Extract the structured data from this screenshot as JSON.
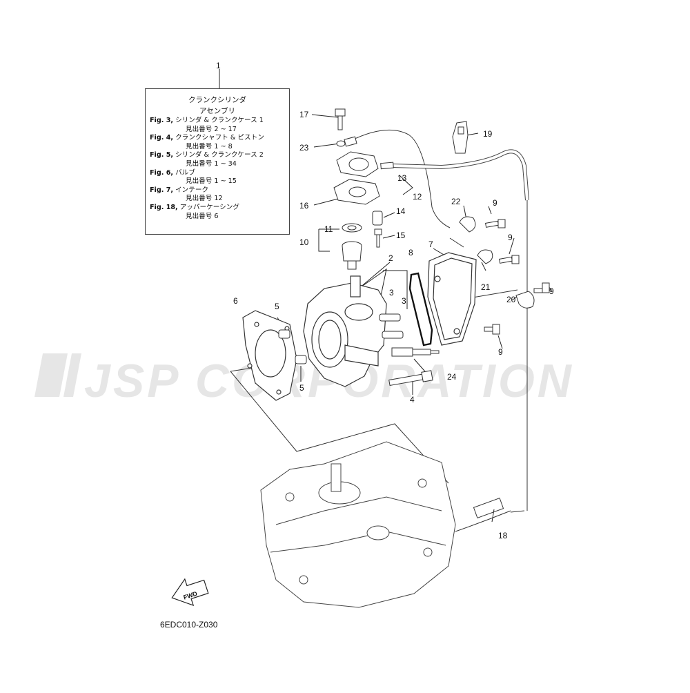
{
  "watermark": "JSP CORPORATION",
  "diagram_code": "6EDC010-Z030",
  "fwd_label": "FWD",
  "note": {
    "title_line1": "クランクシリンダ",
    "title_line2": "アセンブリ",
    "entries": [
      {
        "fig": "Fig. 3,",
        "text": "シリンダ & クランクケース 1",
        "ref": "見出番号 2 ~ 17"
      },
      {
        "fig": "Fig. 4,",
        "text": "クランクシャフト & ピストン",
        "ref": "見出番号 1 ~ 8"
      },
      {
        "fig": "Fig. 5,",
        "text": "シリンダ & クランクケース 2",
        "ref": "見出番号 1 ~ 34"
      },
      {
        "fig": "Fig. 6,",
        "text": "バルブ",
        "ref": "見出番号 1 ~ 15"
      },
      {
        "fig": "Fig. 7,",
        "text": "インテーク",
        "ref": "見出番号 12"
      },
      {
        "fig": "Fig. 18,",
        "text": "アッパーケーシング",
        "ref": "見出番号 6"
      }
    ]
  },
  "callouts": {
    "c1": "1",
    "c2": "2",
    "c3a": "3",
    "c3b": "3",
    "c4": "4",
    "c5a": "5",
    "c5b": "5",
    "c6": "6",
    "c7": "7",
    "c8": "8",
    "c9a": "9",
    "c9b": "9",
    "c9c": "9",
    "c9d": "9",
    "c10": "10",
    "c11": "11",
    "c12": "12",
    "c13": "13",
    "c14": "14",
    "c15": "15",
    "c16": "16",
    "c17": "17",
    "c18": "18",
    "c19": "19",
    "c20": "20",
    "c21": "21",
    "c22": "22",
    "c23": "23",
    "c24": "24"
  }
}
